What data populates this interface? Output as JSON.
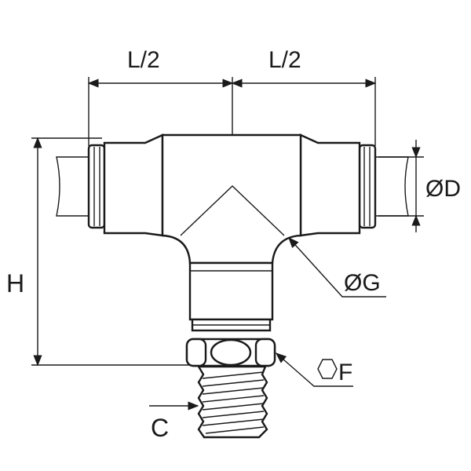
{
  "title": "Push-in male branch tee fitting dimension drawing",
  "labels": {
    "length_left": "L/2",
    "length_right": "L/2",
    "height": "H",
    "tube_diameter": "ØD",
    "body_diameter": "ØG",
    "hex": "F",
    "thread": "C"
  },
  "colors": {
    "line": "#1a1a1a",
    "background": "#ffffff"
  }
}
